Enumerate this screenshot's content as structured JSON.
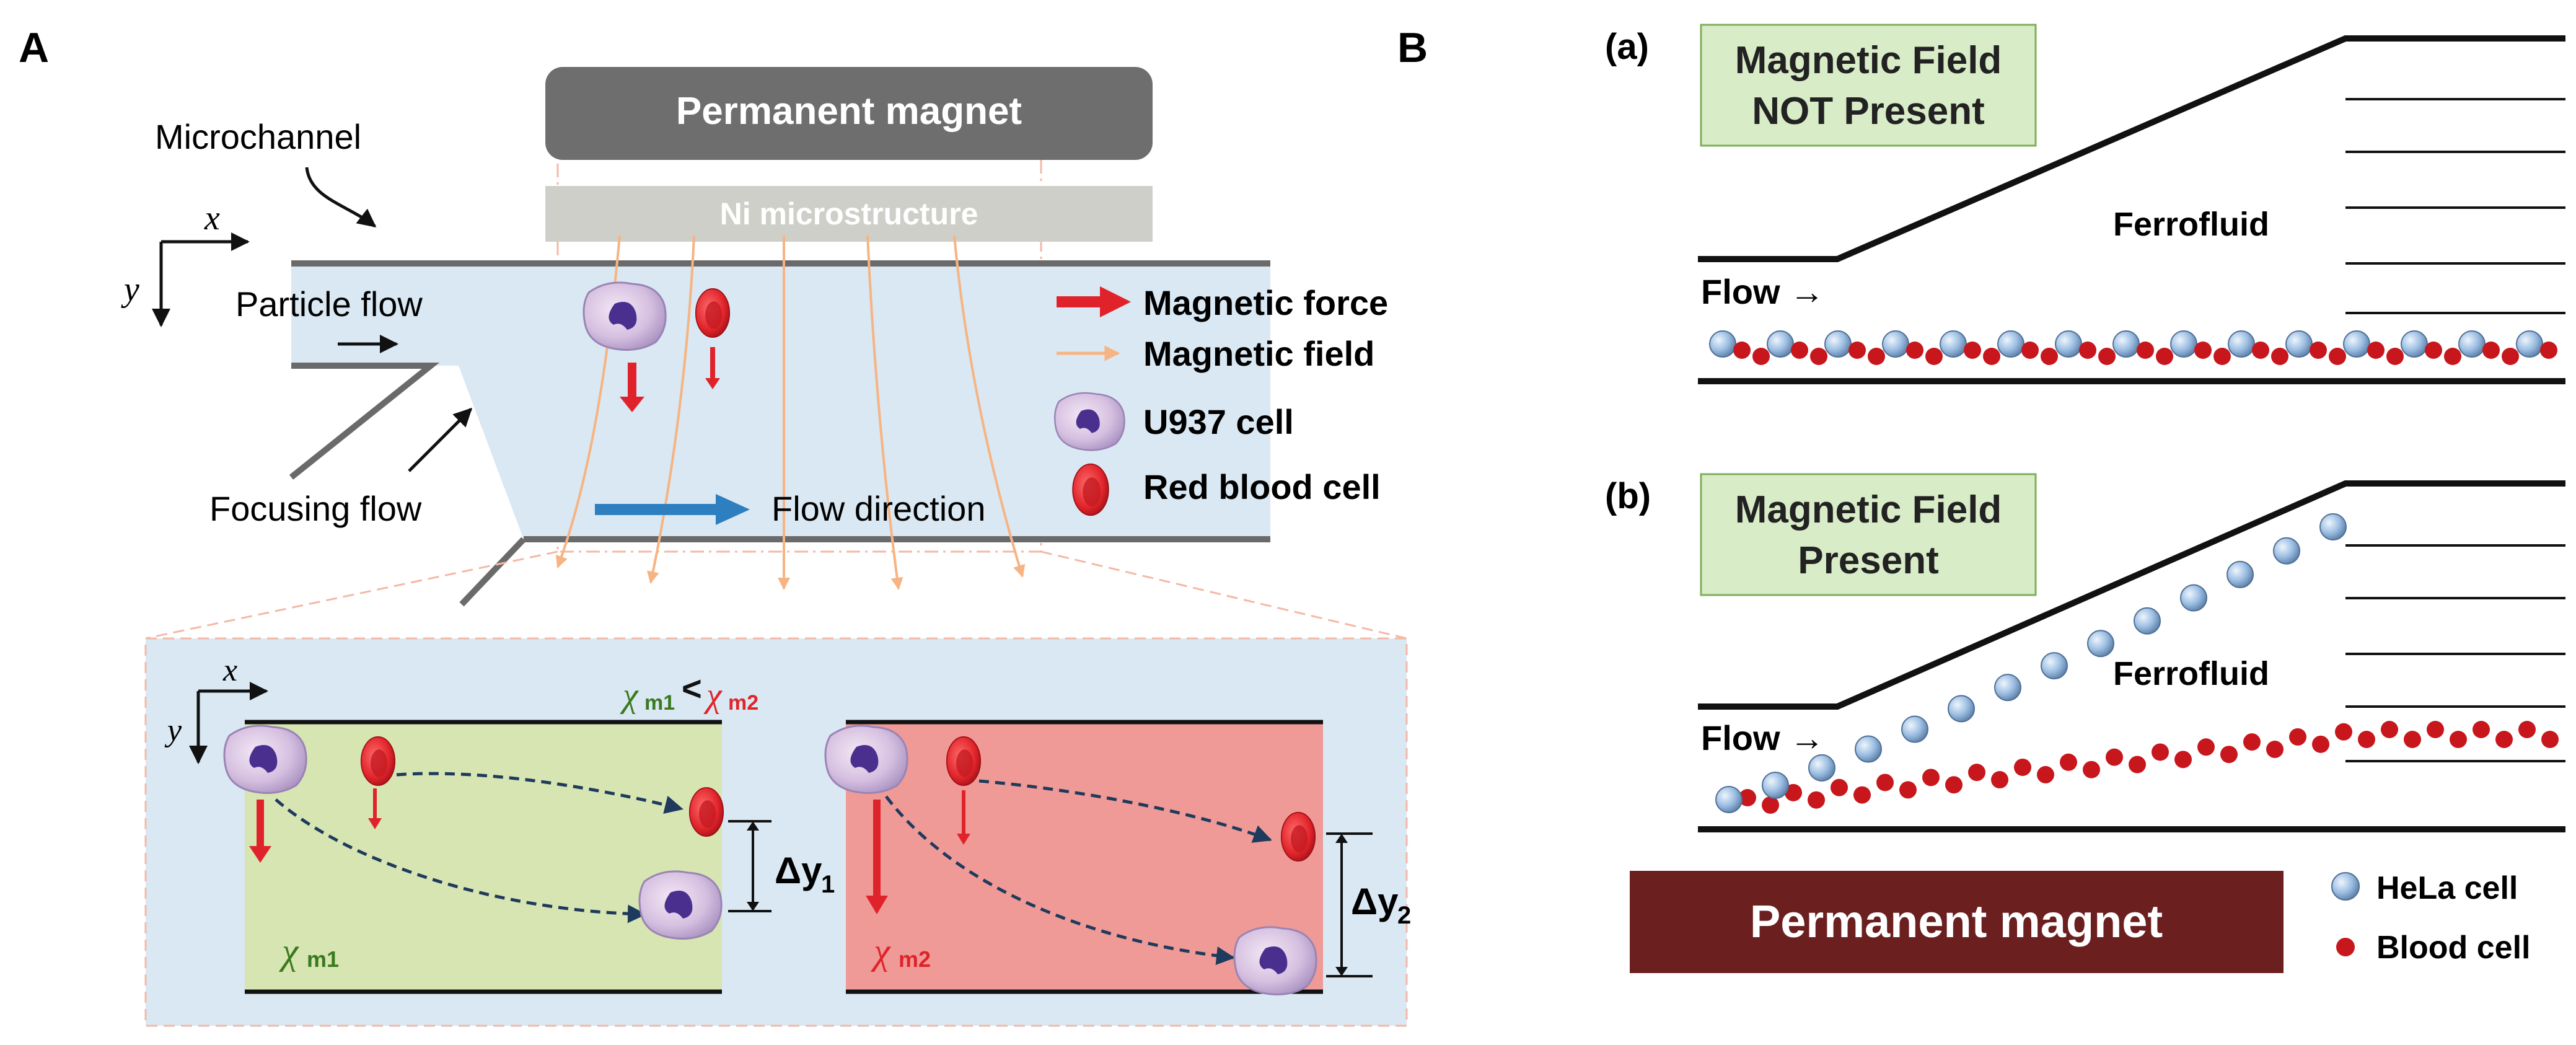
{
  "panelA": {
    "label": "A",
    "magnet": "Permanent magnet",
    "ni": "Ni microstructure",
    "microchannel": "Microchannel",
    "particle_flow": "Particle flow",
    "focusing_flow": "Focusing flow",
    "flow_direction": "Flow direction",
    "axis_x": "x",
    "axis_y": "y",
    "legend": {
      "magnetic_force": "Magnetic force",
      "magnetic_field": "Magnetic field",
      "u937": "U937 cell",
      "rbc": "Red blood cell"
    },
    "inset": {
      "chi": "χ",
      "m1": "m1",
      "m2": "m2",
      "lt": "<",
      "dy": "Δy",
      "sub1": "1",
      "sub2": "2"
    }
  },
  "panelB": {
    "label": "B",
    "a_label": "(a)",
    "b_label": "(b)",
    "a_box_line1": "Magnetic Field",
    "a_box_line2": "NOT Present",
    "b_box_line1": "Magnetic Field",
    "b_box_line2": "Present",
    "ferrofluid": "Ferrofluid",
    "flow": "Flow →",
    "magnet": "Permanent magnet",
    "legend_hela": "HeLa cell",
    "legend_blood": "Blood cell"
  },
  "colors": {
    "magnet_gray": "#6e6e6e",
    "ni_gray": "#cfcfca",
    "channel_blue": "#d9e8f3",
    "force_red": "#e0232a",
    "field_orange": "#f6b483",
    "flow_blue": "#2d7fc0",
    "green_region": "#d6e5b2",
    "red_region": "#ef9a96",
    "box_green": "#d9ecc8",
    "magnet_brown": "#6b1f1f",
    "blood_red": "#c8161d",
    "hela_blue": "#8fb4dd"
  }
}
